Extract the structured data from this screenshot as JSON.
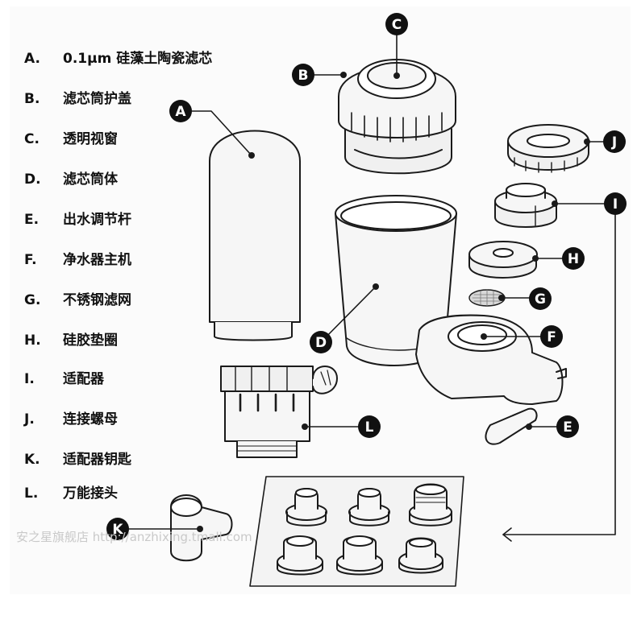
{
  "legend": [
    {
      "key": "A.",
      "label": "0.1μm 硅藻土陶瓷滤芯"
    },
    {
      "key": "B.",
      "label": "滤芯筒护盖"
    },
    {
      "key": "C.",
      "label": "透明视窗"
    },
    {
      "key": "D.",
      "label": "滤芯筒体"
    },
    {
      "key": "E.",
      "label": "出水调节杆"
    },
    {
      "key": "F.",
      "label": "净水器主机"
    },
    {
      "key": "G.",
      "label": "不锈钢滤网"
    },
    {
      "key": "H.",
      "label": "硅胶垫圈"
    },
    {
      "key": "I.",
      "label": "适配器"
    },
    {
      "key": "J.",
      "label": "连接螺母"
    },
    {
      "key": "K.",
      "label": "适配器钥匙"
    },
    {
      "key": "L.",
      "label": "万能接头"
    }
  ],
  "callouts": {
    "a": "A",
    "b": "B",
    "c": "C",
    "d": "D",
    "e": "E",
    "f": "F",
    "g": "G",
    "h": "H",
    "i": "I",
    "j": "J",
    "k": "K",
    "l": "L"
  },
  "watermark": "安之星旗舰店 http://anzhixing.tmall.com",
  "colors": {
    "ink": "#1a1a1a",
    "badge": "#111111",
    "part_fill": "#f6f6f6"
  }
}
